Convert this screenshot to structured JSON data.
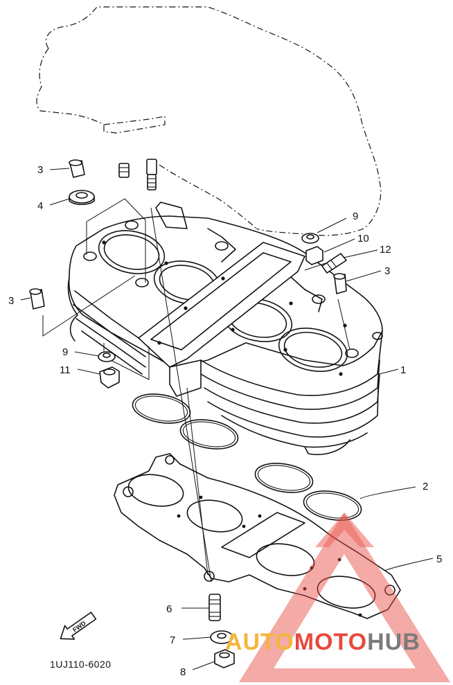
{
  "diagram": {
    "part_code": "1UJ110-6020",
    "fwd_label": "FWD",
    "callouts": [
      {
        "id": "c3a",
        "label": "3"
      },
      {
        "id": "c4",
        "label": "4"
      },
      {
        "id": "c3b",
        "label": "3"
      },
      {
        "id": "c9a",
        "label": "9"
      },
      {
        "id": "c11",
        "label": "11"
      },
      {
        "id": "c9b",
        "label": "9"
      },
      {
        "id": "c10",
        "label": "10"
      },
      {
        "id": "c12",
        "label": "12"
      },
      {
        "id": "c3c",
        "label": "3"
      },
      {
        "id": "c1",
        "label": "1"
      },
      {
        "id": "c2",
        "label": "2"
      },
      {
        "id": "c5",
        "label": "5"
      },
      {
        "id": "c6",
        "label": "6"
      },
      {
        "id": "c7",
        "label": "7"
      },
      {
        "id": "c8",
        "label": "8"
      }
    ]
  },
  "watermark": {
    "word_part1": "AUTO",
    "word_part2": "MOTO",
    "word_part3": "HUB",
    "colors": {
      "part1": "#f5b53a",
      "part2": "#e8493f",
      "part3": "#7a7a7a",
      "logo": "#e8493f"
    }
  },
  "colors": {
    "line": "#111111",
    "background": "#ffffff"
  }
}
